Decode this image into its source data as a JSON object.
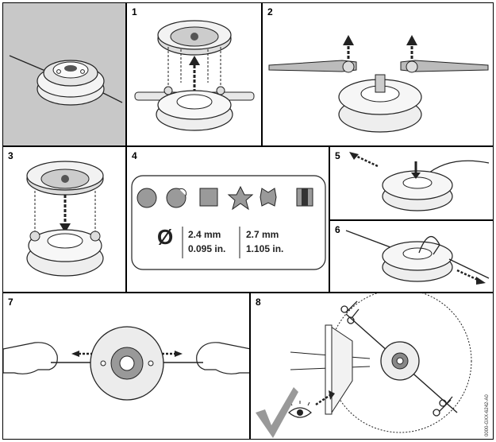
{
  "steps": {
    "s1": "1",
    "s2": "2",
    "s3": "3",
    "s4": "4",
    "s5": "5",
    "s6": "6",
    "s7": "7",
    "s8": "8"
  },
  "wire_sizes": {
    "diameter_symbol": "Ø",
    "small": {
      "mm": "2.4 mm",
      "in": "0.095 in."
    },
    "large": {
      "mm": "2.7 mm",
      "in": "1.105 in."
    }
  },
  "doc_code": "0000-GXX-6242-A0",
  "colors": {
    "line": "#222222",
    "panel_gray": "#c8c8c8",
    "profile_fill": "#9a9a9a"
  },
  "icons": [
    "scissors-icon",
    "eye-icon",
    "checkmark-icon",
    "arrow-icon",
    "hand-icon"
  ]
}
